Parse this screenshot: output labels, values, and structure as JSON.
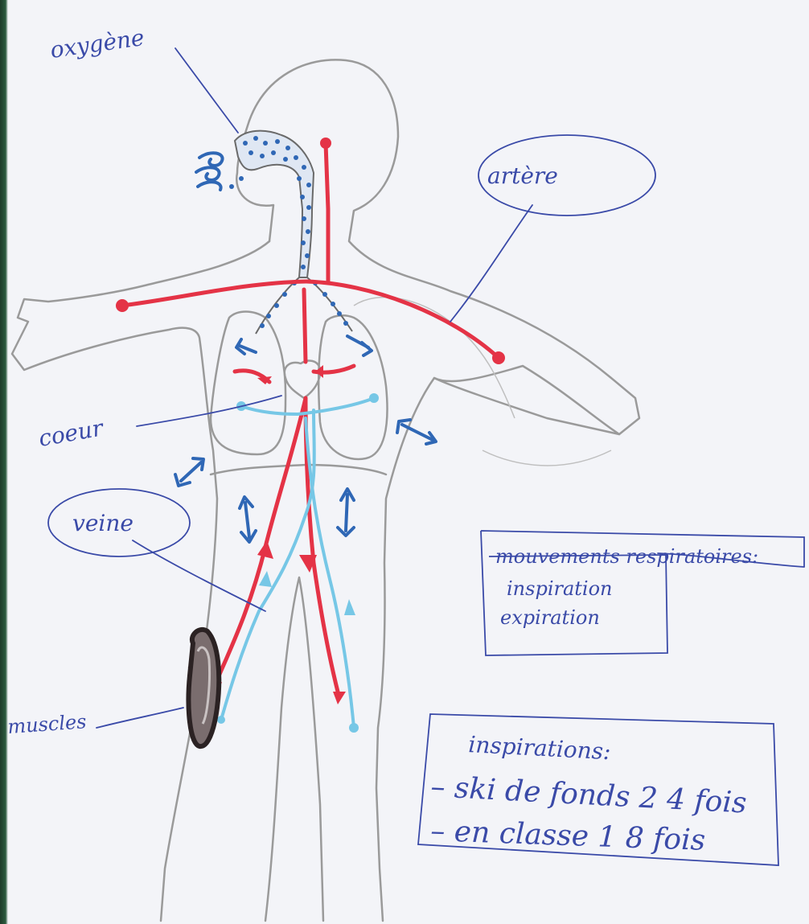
{
  "labels": {
    "oxygene": "oxygène",
    "artere": "artère",
    "coeur": "coeur",
    "veine": "veine",
    "muscles": "muscles",
    "mouvements": "mouvements respiratoires:",
    "inspiration": "inspiration",
    "expiration": "expiration",
    "inspirations_title": "inspirations:",
    "ski_line": "– ski de fonds  2 4  fois",
    "classe_line": "– en classe 1 8  fois"
  },
  "colors": {
    "paper": "#f3f4f8",
    "pencil": "#9a9a9a",
    "ink": "#3a4aa8",
    "artery": "#e43346",
    "vein": "#76c7e6",
    "air": "#2f67b5",
    "muscle": "#3a2f30"
  }
}
